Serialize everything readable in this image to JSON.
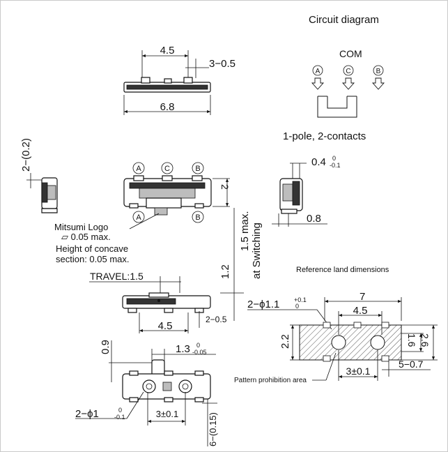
{
  "circuit": {
    "title": "Circuit diagram",
    "com": "COM",
    "terminals": [
      "A",
      "C",
      "B"
    ],
    "caption": "1-pole, 2-contacts"
  },
  "top_view": {
    "dim_pitch": "4.5",
    "dim_pins": "3−0.5",
    "dim_width": "6.8"
  },
  "left_view": {
    "dim_side": "2−(0.2)"
  },
  "front_view": {
    "labels_top": [
      "A",
      "C",
      "B"
    ],
    "labels_bottom": [
      "A",
      "B"
    ],
    "dim_height": "2"
  },
  "right_view": {
    "dim_tab": "0.4",
    "dim_tab_tol": "-0.1",
    "dim_tab_tol_top": "0",
    "dim_foot": "0.8"
  },
  "notes": {
    "logo": "Mitsumi Logo",
    "flatness": "⏥ 0.05 max.",
    "concave_1": "Height of concave",
    "concave_2": "section: 0.05 max.",
    "dim_12": "1.2",
    "dim_switch_1": "1.5 max.",
    "dim_switch_2": "at Switching"
  },
  "travel_view": {
    "travel": "TRAVEL:1.5",
    "dim_pitch": "4.5",
    "dim_pins": "2−0.5"
  },
  "bottom_view": {
    "dim_09": "0.9",
    "dim_13": "1.3",
    "dim_13_tol": "-0.05",
    "dim_13_tol_top": "0",
    "dim_hole": "2−ϕ1",
    "dim_hole_tol": "-0.1",
    "dim_hole_tol_top": "0",
    "dim_pitch": "3±0.1",
    "dim_side": "6−(0.15)"
  },
  "land": {
    "title": "Reference land dimensions",
    "dim_7": "7",
    "dim_45": "4.5",
    "dim_hole": "2−ϕ1.1",
    "dim_hole_tol_top": "+0.1",
    "dim_hole_tol": "0",
    "dim_22": "2.2",
    "dim_16": "1.6",
    "dim_26": "2.6",
    "dim_3": "3±0.1",
    "dim_5": "5−0.7",
    "pattern": "Pattern prohibition area"
  }
}
